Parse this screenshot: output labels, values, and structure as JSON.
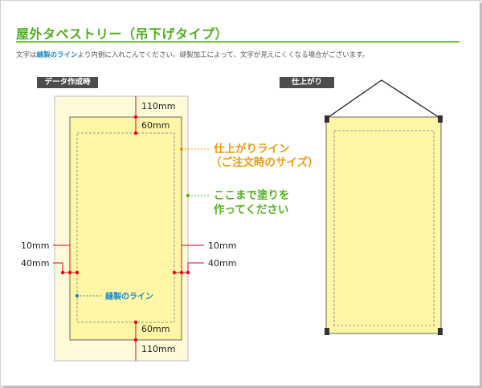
{
  "header": {
    "title": "屋外タペストリー（吊下げタイプ）"
  },
  "note": {
    "prefix": "文字は",
    "highlight": "縫製のライン",
    "suffix": "より内側に入れこんでください。縫製加工によって、文字が見えにくくなる場合がございます。"
  },
  "tags": {
    "data_creation": "データ作成時",
    "finished": "仕上がり"
  },
  "dimensions": {
    "top_outer": "110mm",
    "top_inner": "60mm",
    "bottom_inner": "60mm",
    "bottom_outer": "110mm",
    "left_inner": "10mm",
    "left_outer": "40mm",
    "right_inner": "10mm",
    "right_outer": "40mm"
  },
  "labels": {
    "finish_line_1": "仕上がりライン",
    "finish_line_2": "（ご注文時のサイズ）",
    "paint_1": "ここまで塗りを",
    "paint_2": "作ってください",
    "sewing": "縫製のライン"
  },
  "colors": {
    "title_green": "#4fae1e",
    "orange": "#f39a0c",
    "green": "#55b41e",
    "blue": "#1a8ad0",
    "red_marker": "#e8001c",
    "fill_outer": "#fffbd8",
    "fill_inner": "#fff6a6"
  }
}
